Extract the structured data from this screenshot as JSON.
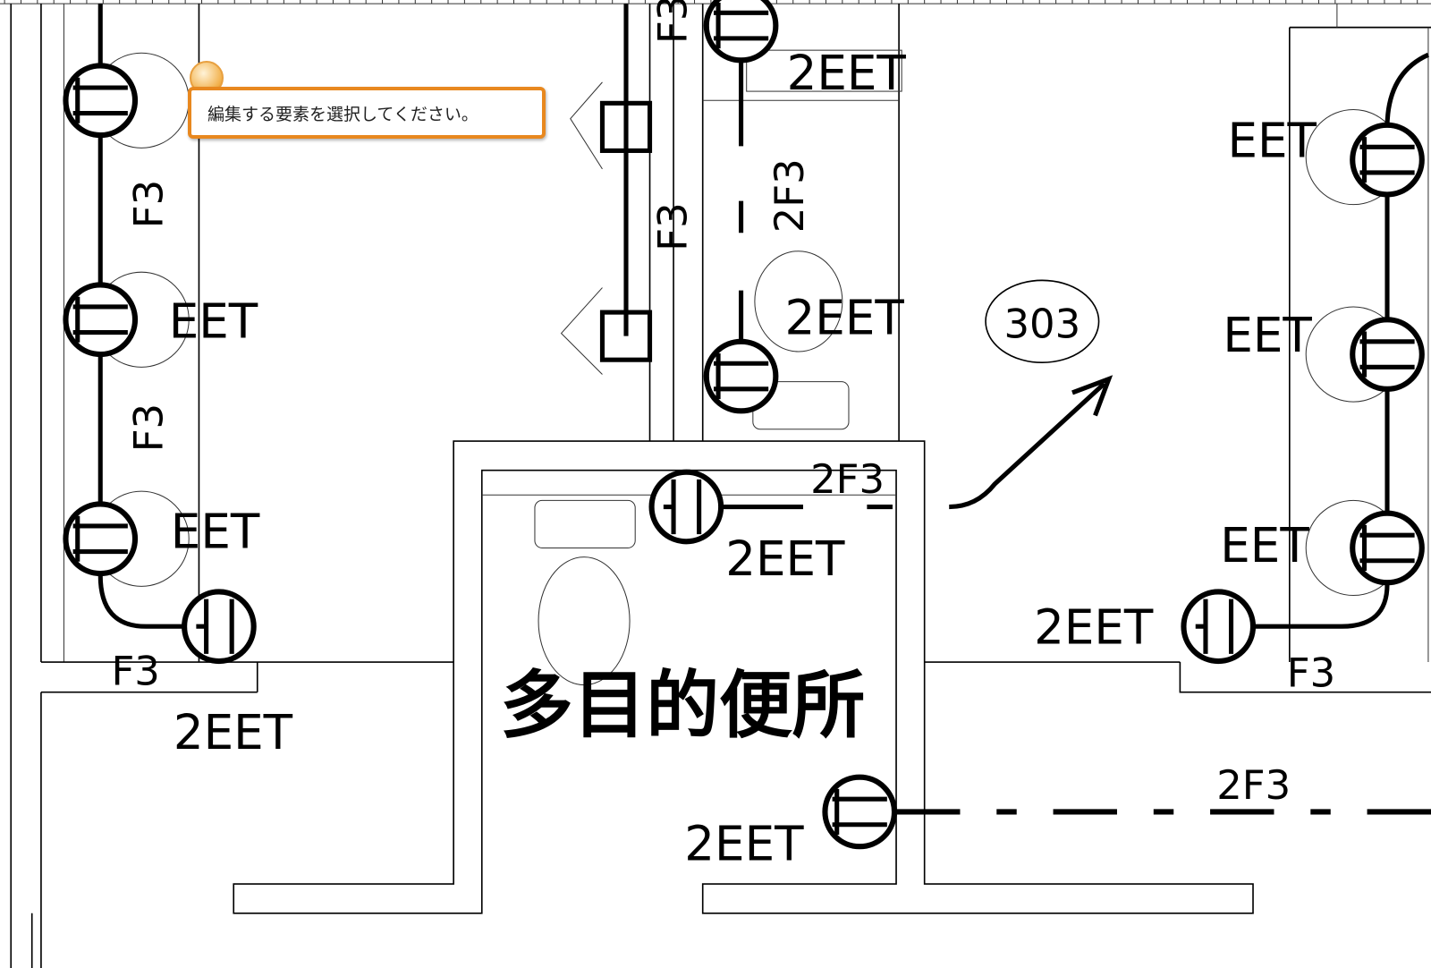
{
  "tooltip": {
    "message": "編集する要素を選択してください。",
    "accent": "#e8881f"
  },
  "drawing": {
    "room_name": "多目的便所",
    "room_number": "303",
    "labels": {
      "eet": "EET",
      "eet2": "2EET",
      "f3": "F3",
      "f3_2": "2F3"
    }
  }
}
